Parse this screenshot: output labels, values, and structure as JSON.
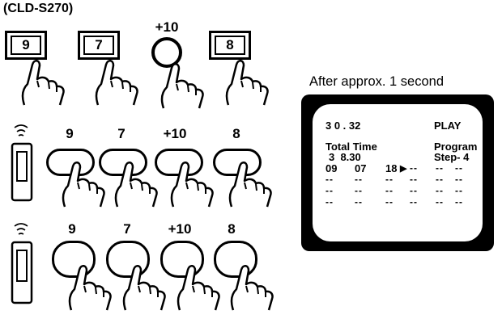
{
  "model_label": "(CLD-S270)",
  "player_keys": {
    "k1": "9",
    "k2": "7",
    "plus10": "+10",
    "k3": "8"
  },
  "remote_row_1": {
    "k1": "9",
    "k2": "7",
    "k3": "+10",
    "k4": "8"
  },
  "remote_row_2": {
    "k1": "9",
    "k2": "7",
    "k3": "+10",
    "k4": "8"
  },
  "caption": "After approx. 1 second",
  "screen": {
    "counter": "3 0 . 32",
    "mode": "PLAY",
    "total_time_label": "Total Time",
    "total_time_value": "3  8.30",
    "program_label": "Program",
    "step_label": "Step- 4",
    "program_tracks": [
      "09",
      "07",
      "18"
    ],
    "placeholder": "--"
  },
  "icons": [
    "hand-pointer-icon",
    "remote-control-icon",
    "signal-waves-icon",
    "cursor-arrow-icon"
  ]
}
